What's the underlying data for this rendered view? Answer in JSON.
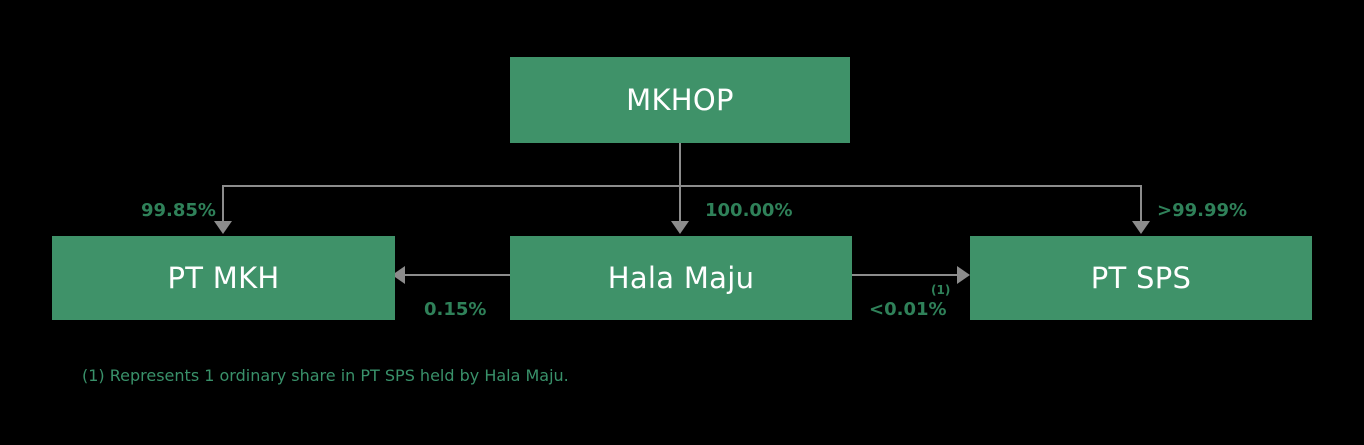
{
  "diagram": {
    "type": "org-ownership-structure",
    "background_color": "#000000",
    "box_color": "#3f9269",
    "box_text_color": "#ffffff",
    "label_color": "#2f8159",
    "connector_color": "#8c8c8c",
    "footnote_color": "#39916a",
    "nodes": [
      {
        "id": "mkhop",
        "label": "MKHOP"
      },
      {
        "id": "ptmkh",
        "label": "PT MKH"
      },
      {
        "id": "halamaju",
        "label": "Hala Maju"
      },
      {
        "id": "ptsps",
        "label": "PT SPS"
      }
    ],
    "edges": [
      {
        "from": "mkhop",
        "to": "ptmkh",
        "label": "99.85%",
        "direction": "down"
      },
      {
        "from": "mkhop",
        "to": "halamaju",
        "label": "100.00%",
        "direction": "down"
      },
      {
        "from": "mkhop",
        "to": "ptsps",
        "label": ">99.99%",
        "direction": "down"
      },
      {
        "from": "halamaju",
        "to": "ptmkh",
        "label": "0.15%",
        "direction": "left"
      },
      {
        "from": "halamaju",
        "to": "ptsps",
        "label": "<0.01%",
        "direction": "right",
        "footnote_marker": "(1)"
      }
    ],
    "footnote": "(1) Represents 1 ordinary share in PT SPS held by Hala Maju."
  }
}
